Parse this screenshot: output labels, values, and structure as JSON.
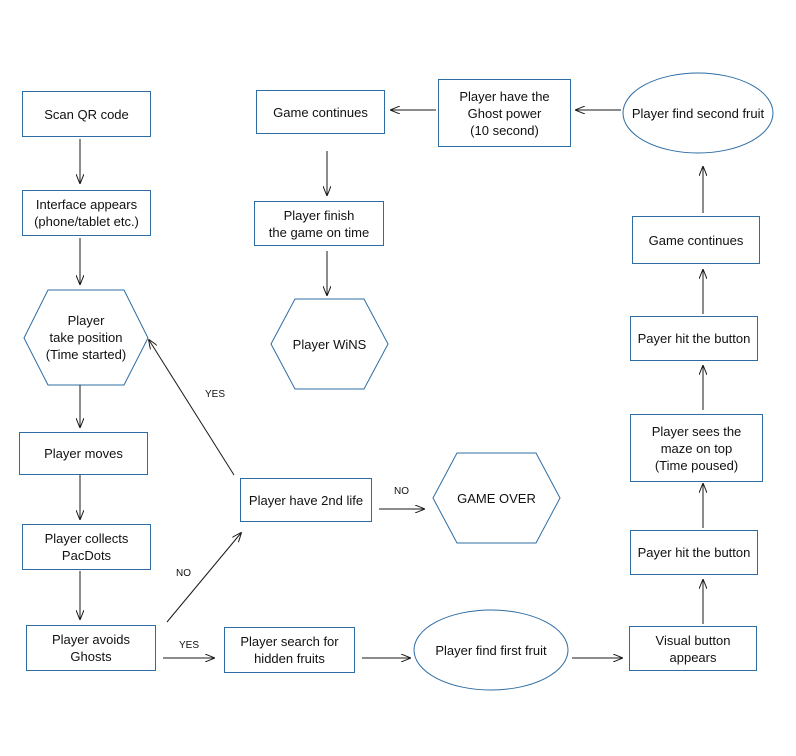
{
  "nodes": {
    "scan_qr": "Scan QR code",
    "interface_appears": "Interface appears\n(phone/tablet etc.)",
    "player_take_position": "Player\ntake position\n(Time started)",
    "player_moves": "Player moves",
    "player_collects": "Player collects\nPacDots",
    "player_avoids": "Player avoids\nGhosts",
    "player_search": "Player search for\nhidden fruits",
    "player_find_first_fruit": "Player find first fruit",
    "visual_button": "Visual button\nappears",
    "hit_button_1": "Payer hit the button",
    "sees_maze": "Player sees the\nmaze on top\n(Time poused)",
    "hit_button_2": "Payer hit the button",
    "game_continues_right": "Game continues",
    "find_second_fruit": "Player find second fruit",
    "ghost_power": "Player have the\nGhost power\n(10 second)",
    "game_continues_top": "Game continues",
    "finish_on_time": "Player finish\nthe game on time",
    "player_wins": "Player WiNS",
    "second_life": "Player have 2nd life",
    "game_over": "GAME OVER"
  },
  "edge_labels": {
    "yes_avoid_to_search": "YES",
    "no_avoid_to_life": "NO",
    "yes_life_to_position": "YES",
    "no_life_to_gameover": "NO"
  },
  "colors": {
    "box_border": "#2e6da4",
    "line": "#1a1a1a"
  }
}
